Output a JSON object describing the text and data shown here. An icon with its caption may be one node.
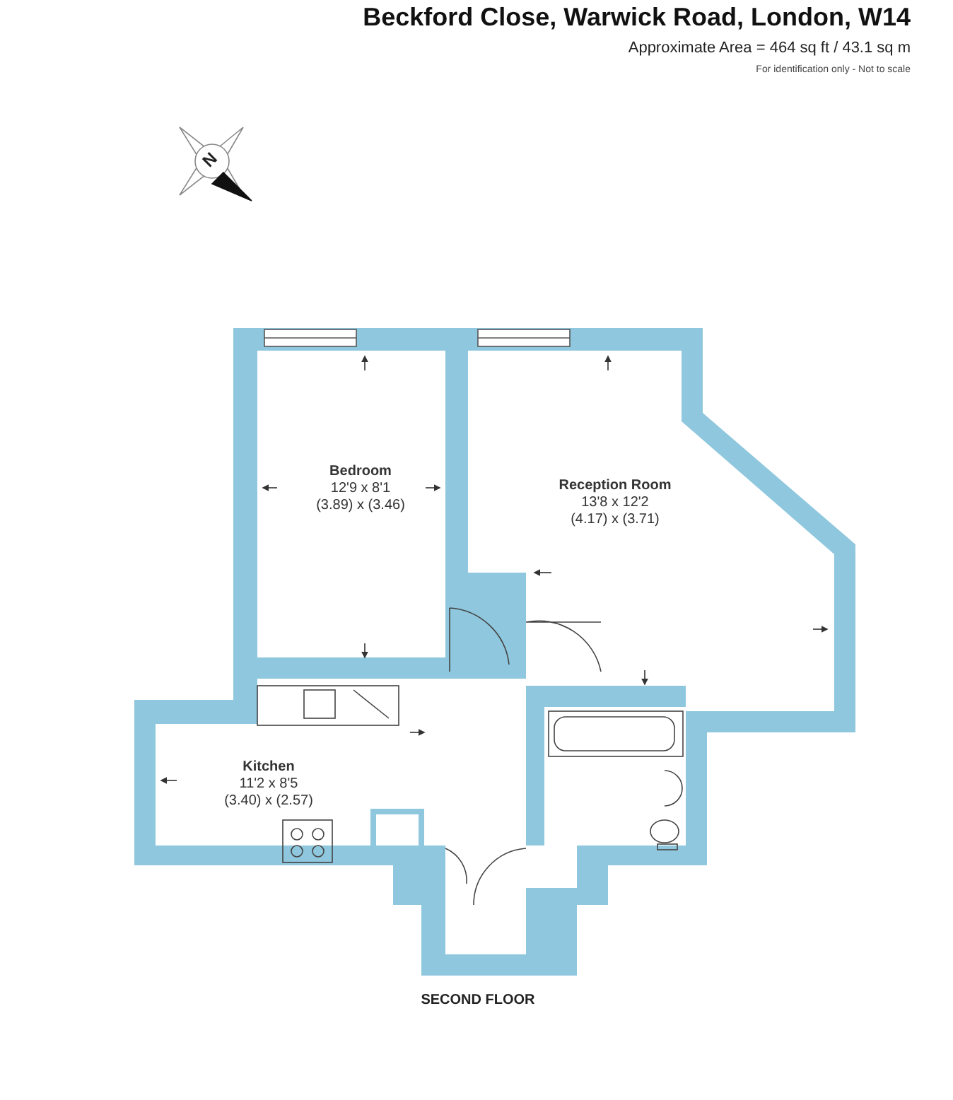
{
  "diagram": {
    "title": "Beckford Close, Warwick Road, London, W14",
    "nodes": [
      {
        "text": [
          "Bedroom",
          "12'9 x 8'1",
          "(3.89) x (3.46)"
        ]
      },
      {
        "text": [
          "Reception Room",
          "13'8 x 12'2",
          "(4.17) x (3.71)"
        ]
      },
      {
        "text": [
          "Kitchen",
          "11'2 x 8'5",
          "(3.40) x (2.57)"
        ]
      }
    ],
    "labels": [
      "Approximate Area = 464 sq ft / 43.1 sq m",
      "For identification only - Not to scale",
      "N",
      "SECOND FLOOR"
    ]
  }
}
